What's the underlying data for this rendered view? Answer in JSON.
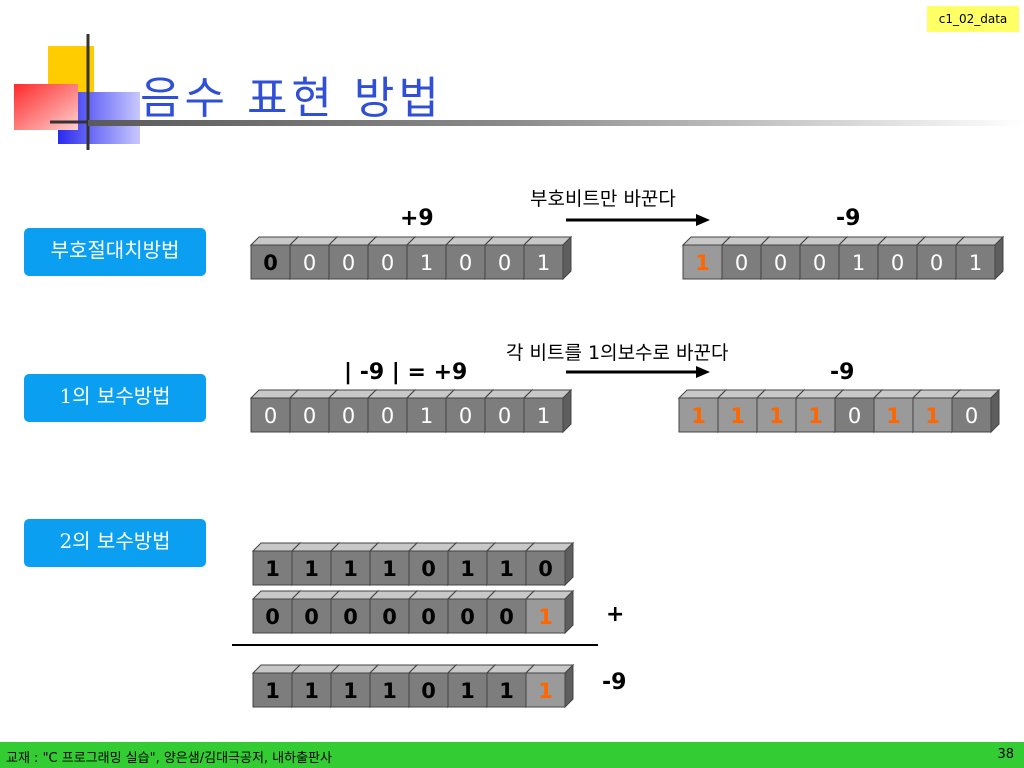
{
  "slide_tag": "c1_02_data",
  "title": "음수 표현 방법",
  "methods": {
    "sign_magnitude": "부호절대치방법",
    "ones_complement": "1의 보수방법",
    "twos_complement": "2의 보수방법"
  },
  "row1": {
    "left_label": "+9",
    "arrow_text": "부호비트만 바꾼다",
    "right_label": "-9",
    "left_bits": [
      "0",
      "0",
      "0",
      "0",
      "1",
      "0",
      "0",
      "1"
    ],
    "right_bits": [
      "1",
      "0",
      "0",
      "0",
      "1",
      "0",
      "0",
      "1"
    ],
    "right_highlight": [
      0
    ]
  },
  "row2": {
    "left_label": "| -9 | = +9",
    "arrow_text": "각 비트를 1의보수로 바꾼다",
    "right_label": "-9",
    "left_bits": [
      "0",
      "0",
      "0",
      "0",
      "1",
      "0",
      "0",
      "1"
    ],
    "right_bits": [
      "1",
      "1",
      "1",
      "1",
      "0",
      "1",
      "1",
      "0"
    ],
    "right_highlight": [
      0,
      1,
      2,
      3,
      5,
      6
    ]
  },
  "row3": {
    "top_bits": [
      "1",
      "1",
      "1",
      "1",
      "0",
      "1",
      "1",
      "0"
    ],
    "add_bits": [
      "0",
      "0",
      "0",
      "0",
      "0",
      "0",
      "0",
      "1"
    ],
    "add_highlight": [
      7
    ],
    "plus_label": "+",
    "result_bits": [
      "1",
      "1",
      "1",
      "1",
      "0",
      "1",
      "1",
      "1"
    ],
    "result_highlight": [
      7
    ],
    "result_label": "-9"
  },
  "footer": {
    "source": "교재 : \"C 프로그래밍 실습\", 양은샘/김대극공저, 내하출판사",
    "page": "38"
  },
  "colors": {
    "title": "#2f4fd6",
    "button": "#0a9ff0",
    "highlight_bit": "#ff6600",
    "footer": "#33cc33",
    "tag": "#ffff66"
  }
}
